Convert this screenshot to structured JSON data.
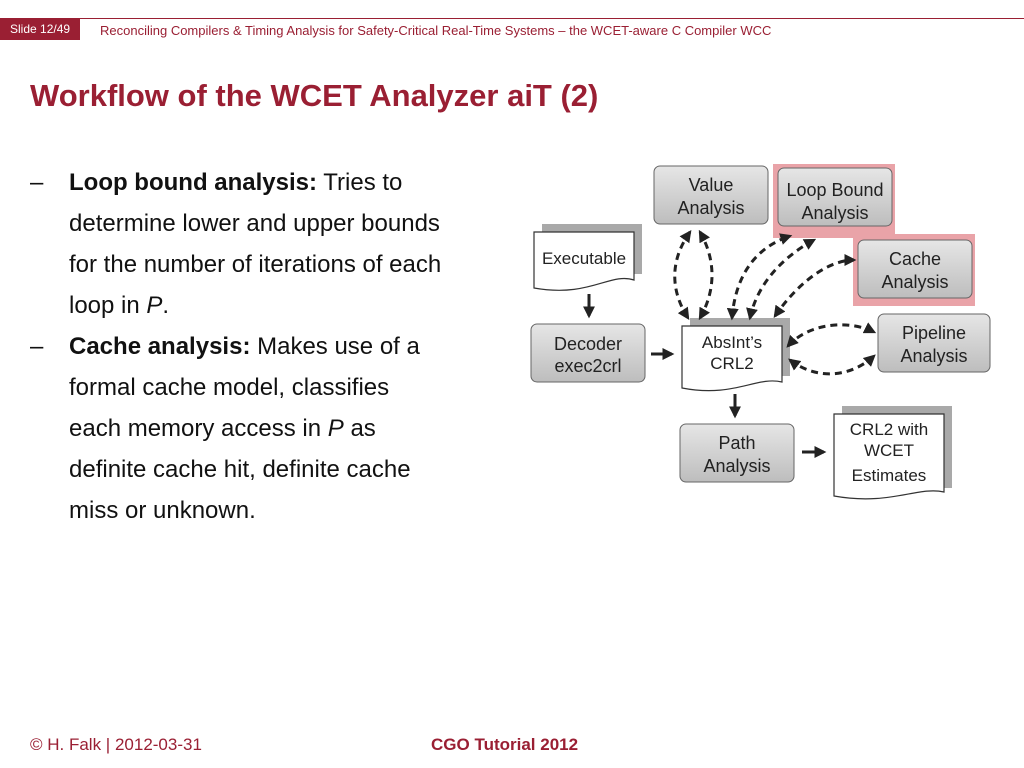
{
  "header": {
    "slide_number": "Slide 12/49",
    "title": "Reconciling Compilers & Timing Analysis for Safety-Critical Real-Time Systems – the WCET-aware C Compiler WCC"
  },
  "slide": {
    "title": "Workflow of the WCET Analyzer aiT (2)",
    "bullets": [
      {
        "dash": "–",
        "lines": [
          {
            "bold": "Loop bound analysis:",
            "text": " Tries to"
          },
          {
            "text": "determine lower and upper bounds"
          },
          {
            "text": "for the number of iterations of each"
          },
          {
            "pre": "loop in ",
            "italic": "P",
            "post": "."
          }
        ]
      },
      {
        "dash": "–",
        "lines": [
          {
            "bold": "Cache analysis:",
            "text": " Makes use of a"
          },
          {
            "text": "formal cache model, classifies"
          },
          {
            "pre": "each memory access in ",
            "italic": "P",
            "post": " as"
          },
          {
            "text": "definite cache hit, definite cache"
          },
          {
            "text": "miss or unknown."
          }
        ]
      }
    ]
  },
  "diagram": {
    "executable": "Executable",
    "decoder": [
      "Decoder",
      "exec2crl"
    ],
    "crl2": [
      "AbsInt’s",
      "CRL2"
    ],
    "value": [
      "Value",
      "Analysis"
    ],
    "loop": [
      "Loop Bound",
      "Analysis"
    ],
    "cache": [
      "Cache",
      "Analysis"
    ],
    "pipeline": [
      "Pipeline",
      "Analysis"
    ],
    "path": [
      "Path",
      "Analysis"
    ],
    "crl2_wcet": [
      "CRL2 with",
      "WCET",
      "Estimates"
    ]
  },
  "footer": {
    "author": "© H. Falk | 2012-03-31",
    "event": "CGO Tutorial 2012"
  },
  "colors": {
    "accent": "#9a1f33",
    "highlight": "#e9a3a8",
    "box_gray": "#c9c9c9"
  }
}
